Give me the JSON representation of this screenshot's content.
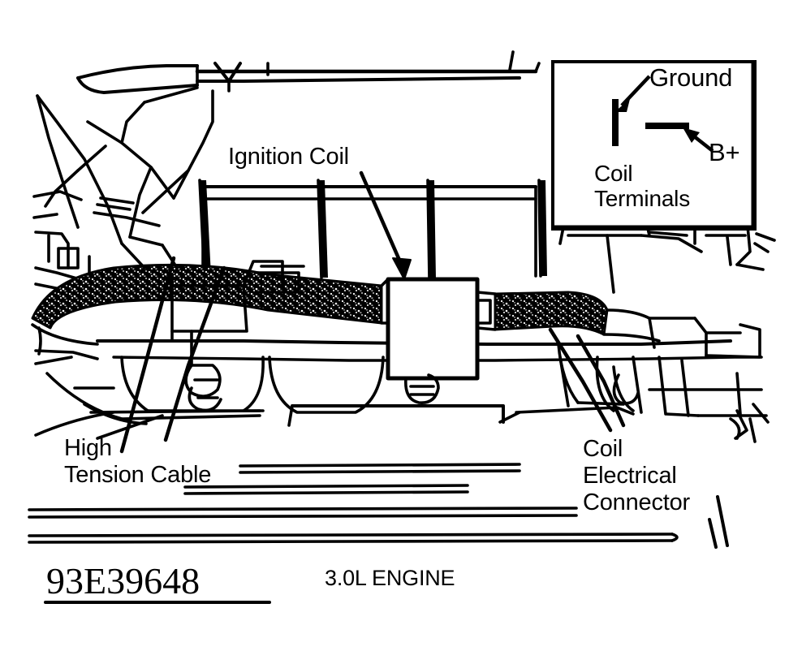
{
  "figure": {
    "type": "automotive-line-drawing",
    "subject": "Ignition coil location on 3.0L engine",
    "background_color": "#ffffff",
    "line_color": "#000000"
  },
  "labels": {
    "ignition_coil": "Ignition Coil",
    "high_tension_cable_line1": "High",
    "high_tension_cable_line2": "Tension Cable",
    "coil_electrical_connector_line1": "Coil",
    "coil_electrical_connector_line2": "Electrical",
    "coil_electrical_connector_line3": "Connector"
  },
  "inset": {
    "title_line1": "Coil",
    "title_line2": "Terminals",
    "ground_label": "Ground",
    "bplus_label": "B+"
  },
  "caption": {
    "part_number": "93E39648",
    "engine": "3.0L ENGINE"
  },
  "icons": {
    "ground_arrow": "arrow-down-left-icon",
    "bplus_arrow": "arrow-up-left-icon",
    "coil_leader_arrow": "arrow-down-right-icon"
  }
}
